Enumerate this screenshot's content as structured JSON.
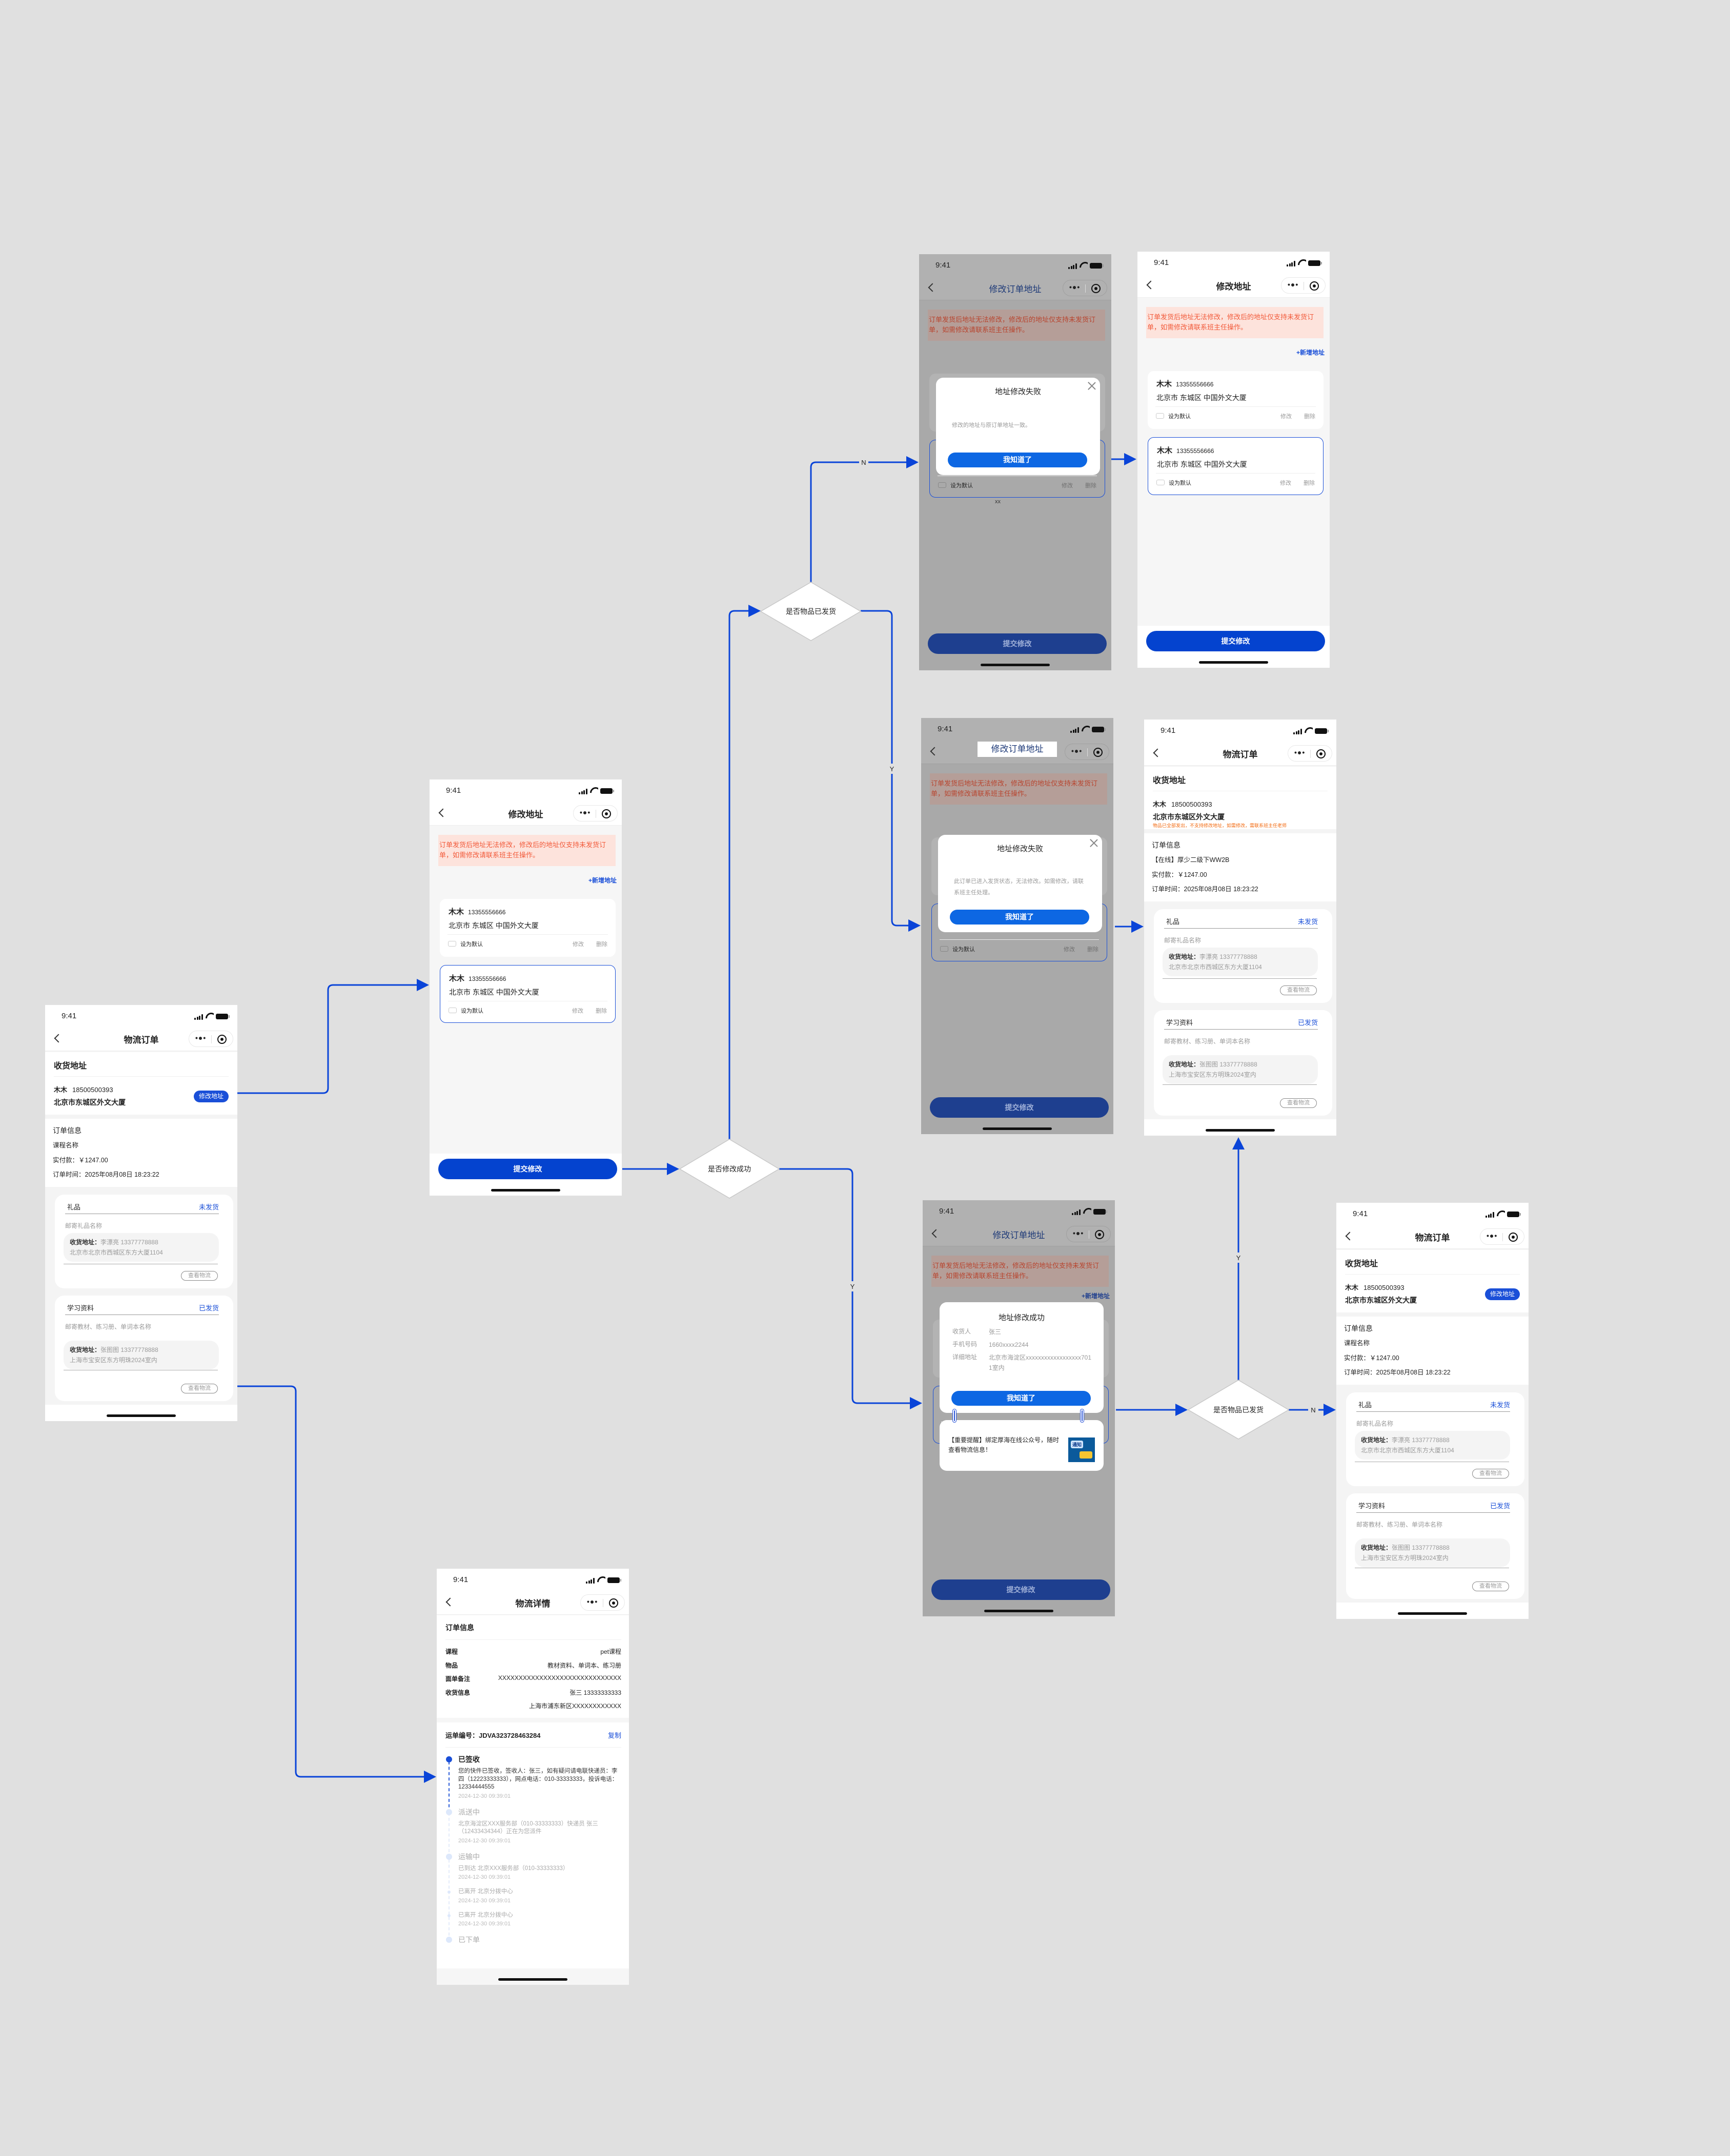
{
  "status_time": "9:41",
  "diagram": {
    "decision_modify_success": "是否修改成功",
    "decision_shipped_top": "是否物品已发货",
    "decision_shipped_bottom": "是否物品已发货",
    "label_n_top": "N",
    "label_y_top": "Y",
    "label_y_success": "Y",
    "label_y_bottom": "Y",
    "label_n_bottom": "N",
    "line_color": "#0a44d8"
  },
  "order": {
    "nav_title": "物流订单",
    "section_title": "收货地址",
    "name": "木木",
    "phone": "18500500393",
    "address": "北京市东城区外文大厦",
    "edit_button": "修改地址",
    "info_title": "订单信息",
    "course": "课程名称",
    "paid": "实付款：￥1247.00",
    "order_time": "订单时间：2025年08月08日 18:23:22",
    "packages": [
      {
        "title": "礼品",
        "status": "未发货",
        "desc": "邮寄礼品名称",
        "addr_label": "收货地址：",
        "addr_person": "李漂亮 13377778888",
        "addr": "北京市北京市西城区东方大厦1104",
        "button": "查看物流"
      },
      {
        "title": "学习资料",
        "status": "已发货",
        "desc": "邮寄教材、练习册、单词本名称",
        "addr_label": "收货地址：",
        "addr_person": "张图图 13377778888",
        "addr": "上海市宝安区东方明珠2024室内",
        "button": "查看物流"
      }
    ]
  },
  "order_shipped": {
    "nav_title": "物流订单",
    "section_title": "收货地址",
    "name": "木木",
    "phone": "18500500393",
    "address": "北京市东城区外文大厦",
    "warning": "物品已全部发出，不支持修改地址，如需修改，需联系班主任老师",
    "info_title": "订单信息",
    "course": "【在线】厚少二级下WW2B",
    "paid": "实付款：￥1247.00",
    "order_time": "订单时间：2025年08月08日 18:23:22",
    "packages": [
      {
        "title": "礼品",
        "status": "未发货",
        "desc": "邮寄礼品名称",
        "addr_label": "收货地址：",
        "addr_person": "李漂亮 13377778888",
        "addr": "北京市北京市西城区东方大厦1104",
        "button": "查看物流"
      },
      {
        "title": "学习资料",
        "status": "已发货",
        "desc": "邮寄教材、练习册、单词本名称",
        "addr_label": "收货地址：",
        "addr_person": "张图图 13377778888",
        "addr": "上海市宝安区东方明珠2024室内",
        "button": "查看物流"
      }
    ]
  },
  "address_page": {
    "nav_title": "修改地址",
    "nav_title_dim": "修改订单地址",
    "notice": "订单发货后地址无法修改，修改后的地址仅支持未发货订单，如需修改请联系班主任操作。",
    "add_link": "+新增地址",
    "cards": [
      {
        "name": "木木",
        "phone": "13355556666",
        "address": "北京市 东城区 中国外文大厦",
        "default_label": "设为默认",
        "edit": "修改",
        "delete": "删除"
      },
      {
        "name": "木木",
        "phone": "13355556666",
        "address": "北京市 东城区 中国外文大厦",
        "default_label": "设为默认",
        "edit": "修改",
        "delete": "删除"
      }
    ],
    "submit": "提交修改",
    "placeholder_xx": "xx"
  },
  "modal_fail_same": {
    "title": "地址修改失败",
    "message": "修改的地址与原订单地址一致。",
    "button": "我知道了"
  },
  "modal_fail_shipped": {
    "title": "地址修改失败",
    "message": "此订单已进入发货状态，无法修改。如需修改，请联系班主任处理。",
    "button": "我知道了"
  },
  "modal_success": {
    "title": "地址修改成功",
    "rows": [
      {
        "label": "收货人",
        "value": "张三"
      },
      {
        "label": "手机号码",
        "value": "1660xxxx2244"
      },
      {
        "label": "详细地址",
        "value": "北京市海淀区xxxxxxxxxxxxxxxxxx7011室内"
      }
    ],
    "button": "我知道了",
    "reminder": "【重要提醒】绑定厚海在线公众号，随时查看物流信息！",
    "notice_image_text": "通知"
  },
  "logistics": {
    "nav_title": "物流详情",
    "info_title": "订单信息",
    "rows": [
      {
        "label": "课程",
        "value": "pet课程"
      },
      {
        "label": "物品",
        "value": "教材资料、单词本、练习册"
      },
      {
        "label": "面单备注",
        "value": "XXXXXXXXXXXXXXXXXXXXXXXXXXXXXX"
      },
      {
        "label": "收货信息",
        "value": "张三 13333333333"
      }
    ],
    "receiver_address": "上海市浦东新区XXXXXXXXXXXX",
    "waybill_label": "运单编号：",
    "waybill": "JDVA323728463284",
    "copy": "复制",
    "timeline": [
      {
        "status": "已签收",
        "detail": "您的快件已签收，签收人：张三，如有疑问请电联快递员：李四（12223333333），网点电话：010-33333333，投诉电话：12334444555",
        "time": "2024-12-30 09:39:01"
      },
      {
        "status": "派送中",
        "detail": "北京海淀区XXX服务部（010-33333333）快递员 张三（12433434344）正在为您派件",
        "time": "2024-12-30 09:39:01"
      },
      {
        "status": "运输中",
        "detail": "已到达 北京XXX服务部（010-33333333）",
        "time": "2024-12-30 09:39:01"
      },
      {
        "detail": "已离开 北京分拨中心",
        "time": "2024-12-30 09:39:01"
      },
      {
        "detail": "已离开 北京分拨中心",
        "time": "2024-12-30 09:39:01"
      },
      {
        "status": "已下单"
      }
    ]
  }
}
